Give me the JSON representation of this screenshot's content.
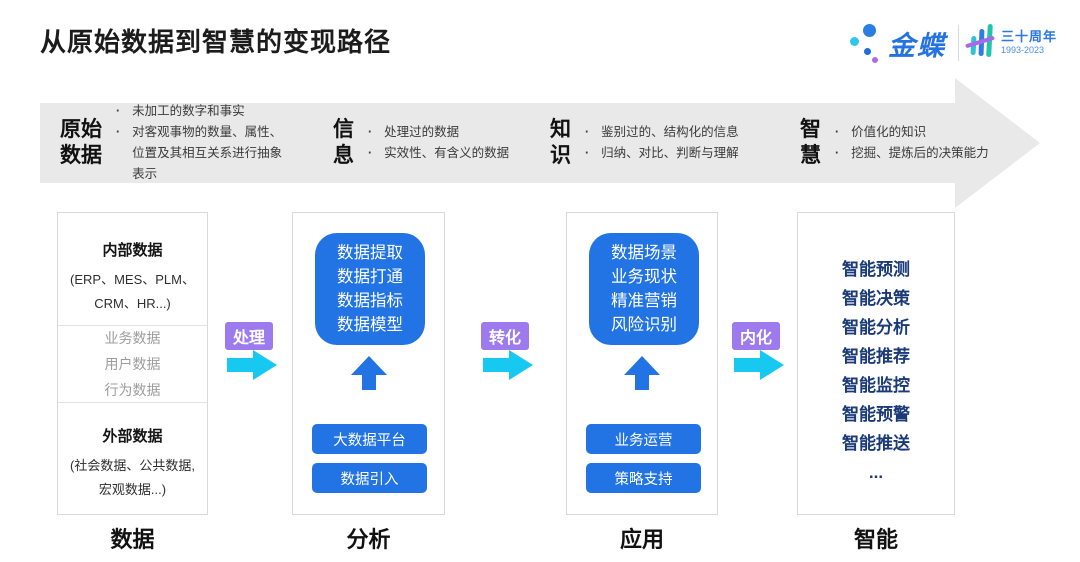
{
  "title": "从原始数据到智慧的变现路径",
  "logo": {
    "brand": "金蝶",
    "anniversary": "三十周年",
    "years": "1993-2023"
  },
  "banner": {
    "stages": [
      {
        "header": "原始\n数据",
        "bullets": [
          "未加工的数字和事实",
          "对客观事物的数量、属性、位置及其相互关系进行抽象表示"
        ]
      },
      {
        "header": "信\n息",
        "bullets": [
          "处理过的数据",
          "实效性、有含义的数据"
        ]
      },
      {
        "header": "知\n识",
        "bullets": [
          "鉴别过的、结构化的信息",
          "归纳、对比、判断与理解"
        ]
      },
      {
        "header": "智\n慧",
        "bullets": [
          "价值化的知识",
          "挖掘、提炼后的决策能力"
        ]
      }
    ]
  },
  "flow_labels": [
    "处理",
    "转化",
    "内化"
  ],
  "columns": [
    {
      "label": "数据",
      "sections": [
        {
          "title": "内部数据",
          "lines": [
            "(ERP、MES、PLM、",
            "CRM、HR...)"
          ]
        },
        {
          "items": [
            "业务数据",
            "用户数据",
            "行为数据"
          ]
        },
        {
          "title": "外部数据",
          "lines": [
            "(社会数据、公共数据,",
            "宏观数据...)"
          ]
        }
      ]
    },
    {
      "label": "分析",
      "panel_lines": [
        "数据提取",
        "数据打通",
        "数据指标",
        "数据模型"
      ],
      "buttons": [
        "大数据平台",
        "数据引入"
      ]
    },
    {
      "label": "应用",
      "panel_lines": [
        "数据场景",
        "业务现状",
        "精准营销",
        "风险识别"
      ],
      "buttons": [
        "业务运营",
        "策略支持"
      ]
    },
    {
      "label": "智能",
      "items": [
        "智能预测",
        "智能决策",
        "智能分析",
        "智能推荐",
        "智能监控",
        "智能预警",
        "智能推送",
        "..."
      ]
    }
  ],
  "colors": {
    "primary_blue": "#2273e3",
    "navy_text": "#1b3a78",
    "cyan_arrow": "#17c8f1",
    "purple_badge": "#9d7bef",
    "banner_gray": "#e9e9e9"
  }
}
